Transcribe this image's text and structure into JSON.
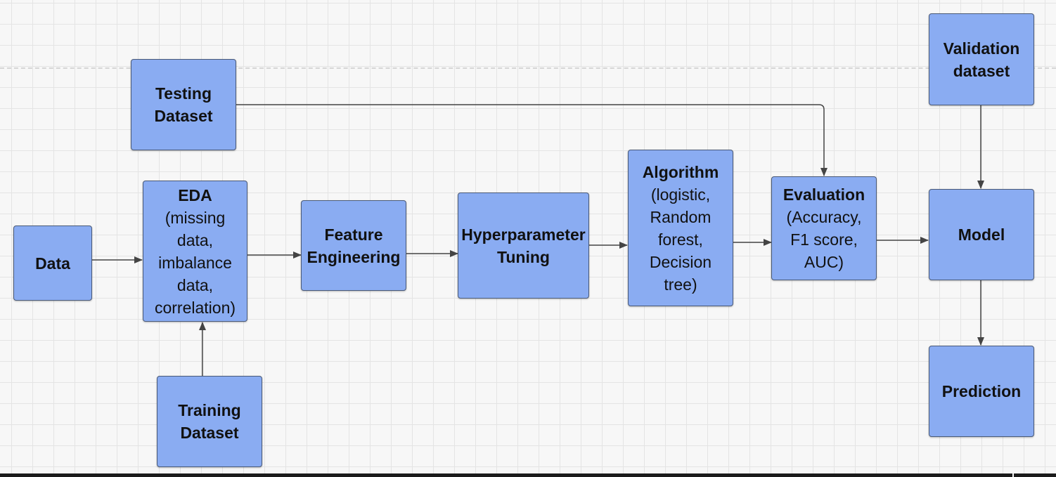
{
  "nodes": {
    "testing_dataset": {
      "title": "Testing Dataset"
    },
    "data": {
      "title": "Data"
    },
    "eda": {
      "title": "EDA",
      "detail": "(missing data, imbalance data, correlation)"
    },
    "training_dataset": {
      "title": "Training Dataset"
    },
    "feature_engineering": {
      "title": "Feature Engineering"
    },
    "hyperparameter_tuning": {
      "title": "Hyperparameter Tuning"
    },
    "algorithm": {
      "title": "Algorithm",
      "detail": "(logistic, Random forest, Decision tree)"
    },
    "evaluation": {
      "title": "Evaluation",
      "detail": "(Accuracy, F1 score, AUC)"
    },
    "validation_dataset": {
      "title": "Validation dataset"
    },
    "model": {
      "title": "Model"
    },
    "prediction": {
      "title": "Prediction"
    }
  },
  "colors": {
    "node_fill": "#8aacf2",
    "node_border": "#4a5a78",
    "connector": "#444444",
    "grid": "#e4e4e4"
  }
}
